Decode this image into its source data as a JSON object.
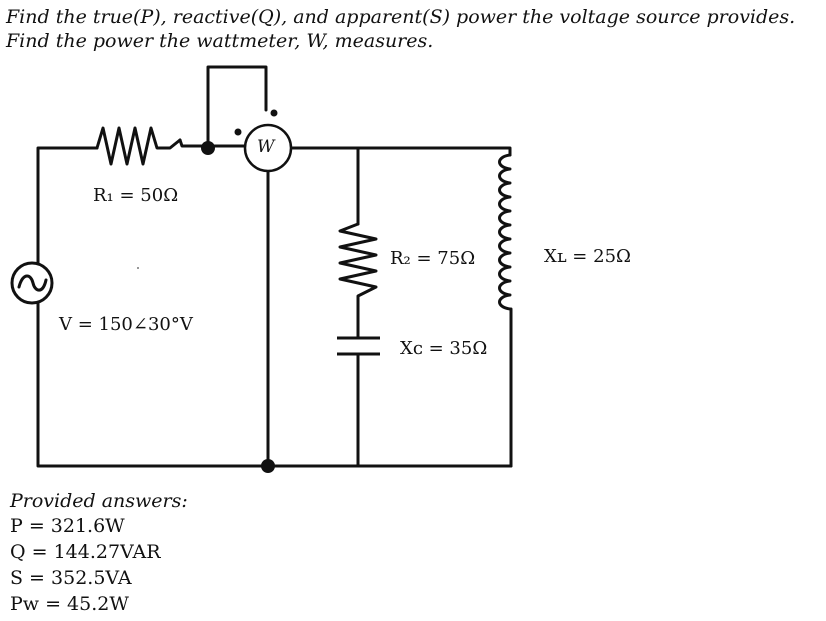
{
  "question": {
    "line1": "Find the true(P), reactive(Q), and apparent(S) power the voltage source provides.",
    "line2": "Find the power the wattmeter, W, measures."
  },
  "circuit": {
    "r1_label": "R₁ = 50Ω",
    "r2_label": "R₂ = 75Ω",
    "xl_label": "Xʟ = 25Ω",
    "xc_label": "Xᴄ = 35Ω",
    "source_label": "V = 150∠30°V",
    "wattmeter_label": "W",
    "source_icon": "ac-source-icon"
  },
  "answers": {
    "title": "Provided answers:",
    "p": "P = 321.6W",
    "q": "Q = 144.27VAR",
    "s": "S = 352.5VA",
    "pw": "Pᴡ = 45.2W"
  }
}
